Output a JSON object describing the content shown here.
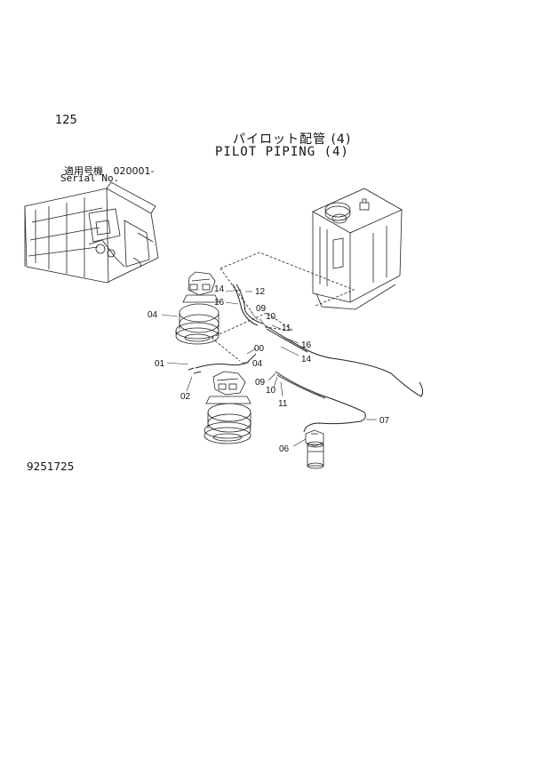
{
  "page_number": "125",
  "title_jp": "パイロット配管 (4)",
  "title_en": "PILOT PIPING (4)",
  "serial_label_jp": "適用号機",
  "serial_value": "020001-",
  "serial_label_en": "Serial No.",
  "figure_number": "9251725",
  "callouts": {
    "c14a": "14",
    "c12": "12",
    "c16a": "16",
    "c09a": "09",
    "c10a": "10",
    "c11a": "11",
    "c04a": "04",
    "c16b": "16",
    "c14b": "14",
    "c00": "00",
    "c01": "01",
    "c04b": "04",
    "c02": "02",
    "c09b": "09",
    "c10b": "10",
    "c11b": "11",
    "c07": "07",
    "c06": "06"
  }
}
